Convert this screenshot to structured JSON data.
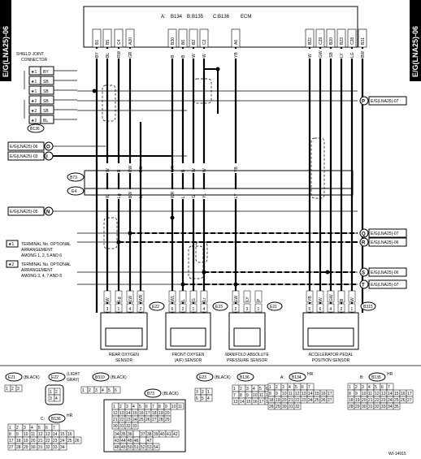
{
  "page_code": "E/G(LNA25)-06",
  "figure_id": "WI-14915",
  "ecm": {
    "connA": "B134",
    "connB": "B135",
    "connC": "B136",
    "label": "ECM",
    "pins": [
      "B1",
      "B5",
      "C4",
      "A20",
      "B30",
      "B6",
      "B2",
      "C2",
      "A6",
      "B22",
      "C29",
      "B20",
      "B23",
      "C28",
      "B31"
    ]
  },
  "shield": {
    "title1": "SHIELD JOINT",
    "title2": "CONNECTOR",
    "rows": [
      {
        "mark": "★1",
        "wire": "BY"
      },
      {
        "mark": "★1",
        "wire": "SB"
      },
      {
        "mark": "★1",
        "wire": "SB"
      },
      {
        "mark": "★2",
        "wire": "SB"
      },
      {
        "mark": "★2",
        "wire": "SB"
      },
      {
        "mark": "★2",
        "wire": "BL"
      }
    ],
    "conn": "B136"
  },
  "wire_colors_top": [
    "BY",
    "BL",
    "RW",
    "GR",
    "B",
    "B",
    "W",
    "W",
    "YB",
    "W",
    "GW",
    "SB",
    "LY",
    "LG",
    "BW"
  ],
  "refs": {
    "P": "E/G(LNA25)-07",
    "O": "E/G(LNA25)-06",
    "I": "E/G(LNA25)-03",
    "N": "E/G(LNA25)-05",
    "Q": "E/G(LNA25)-07",
    "R": "E/G(LNA25)-06",
    "S": "E/G(LNA25)-06",
    "T": "E/G(LNA25)-07"
  },
  "joints": {
    "B73": "B73",
    "E4": "E4"
  },
  "mid_colors": [
    "W",
    "B",
    "RW",
    "RG",
    "WR",
    "B",
    "W",
    "W",
    "YB"
  ],
  "low_colors": [
    "W",
    "Lg",
    "BW",
    "Lr",
    "WR",
    "L",
    "G",
    "YL",
    "LY"
  ],
  "note1": {
    "mark": "★1",
    "text1": "TERMINAL No. OPTIONAL",
    "text2": "ARRANGEMENT",
    "text3": "AMONG 1, 2, 5 AND 6"
  },
  "note2": {
    "mark": "★2",
    "text1": "TERMINAL No. OPTIONAL",
    "text2": "ARRANGEMENT",
    "text3": "AMONG 3, 4, 7 AND 8"
  },
  "sensors": {
    "rear": {
      "conn": "E22",
      "line1": "REAR OXYGEN",
      "line2": "SENSOR",
      "wires": [
        "W",
        "Lg",
        "LW",
        "WR"
      ],
      "pins": [
        "3",
        "1",
        "4",
        "2"
      ]
    },
    "front": {
      "conn": "E23",
      "line1": "FRONT OXYGEN",
      "line2": "(A/F) SENSOR",
      "wires": [
        "WL",
        "L",
        "G",
        "Lr"
      ],
      "pins": [
        "6",
        "2",
        "1",
        "4"
      ]
    },
    "map": {
      "conn": "E21",
      "line1": "MANIFOLD ABSOLUTE",
      "line2": "PRESSURE SENSOR",
      "wires": [
        "LW",
        "LY",
        "P"
      ],
      "pins": [
        "2",
        "3",
        "1"
      ]
    },
    "app": {
      "conn": "B315",
      "line1": "ACCELERATOR PEDAL",
      "line2": "POSITION SENSOR",
      "wires": [
        "YB",
        "W",
        "GW",
        "B",
        "W"
      ],
      "pins": [
        "5",
        "6",
        "4",
        "2",
        "1"
      ]
    }
  },
  "legend": {
    "e21": "E21",
    "e21_color": "(BLACK)",
    "e21_pins": [
      "1",
      "2",
      "3"
    ],
    "e22": "E22",
    "e22_color1": "(LIGHT",
    "e22_color2": "GRAY)",
    "e22_pins": [
      "1",
      "2",
      "3",
      "4"
    ],
    "b310": "B310",
    "b310_color": "(BLACK)",
    "b310_pins": [
      "1",
      "2",
      "3",
      "4",
      "5",
      "6"
    ],
    "e23": "E23",
    "e23_color": "(BLACK)",
    "e23_pins": [
      "3",
      "2",
      "1",
      "6",
      "5",
      "4"
    ],
    "b73": "B73",
    "b73_color": "(BLACK)",
    "b73_rows": [
      [
        "1",
        "2",
        "3",
        "4",
        "5",
        "6",
        "7",
        "8",
        "9",
        "10",
        "11"
      ],
      [
        "12",
        "13",
        "14",
        "15",
        "16",
        "17",
        "18",
        "19",
        "20"
      ],
      [
        "21",
        "22",
        "23",
        "24",
        "25",
        "26",
        "27",
        "28",
        "29"
      ],
      [
        "30",
        "31",
        "32",
        "33"
      ],
      [
        "34",
        "35",
        "36",
        "",
        "37",
        "38",
        "39",
        "40",
        "41",
        "42"
      ],
      [
        "43",
        "44",
        "45",
        "46",
        "",
        "47"
      ],
      [
        "48",
        "49",
        "50",
        "51",
        "52",
        "53",
        "54"
      ]
    ],
    "b136": "B136",
    "b136_rows": [
      [
        "1",
        "2",
        "3",
        "4",
        "5",
        "6"
      ],
      [
        "7",
        "8",
        "9",
        "10",
        "11",
        "12"
      ],
      [
        "13",
        "14",
        "15",
        "16",
        "17",
        "18"
      ]
    ],
    "b134": "B134",
    "b134_hr": "HR",
    "b134_rows": [
      [
        "1",
        "2",
        "3",
        "4",
        "5",
        "6",
        "7"
      ],
      [
        "8",
        "9",
        "10",
        "11",
        "12",
        "13",
        "14",
        "15",
        "16",
        "17"
      ],
      [
        "18",
        "19",
        "20",
        "21",
        "22",
        "23",
        "24",
        "25",
        "26",
        "27"
      ],
      [
        "28",
        "29",
        "30",
        "31",
        "32"
      ]
    ],
    "b135": "B135",
    "b135_hr": "HR",
    "b135_rows": [
      [
        "1",
        "2",
        "3",
        "4",
        "5",
        "6",
        "7"
      ],
      [
        "8",
        "9",
        "10",
        "11",
        "12",
        "13",
        "14",
        "15",
        "16",
        "17"
      ],
      [
        "18",
        "19",
        "20",
        "21",
        "22",
        "23",
        "24",
        "25",
        "26",
        "27"
      ],
      [
        "28",
        "29",
        "30",
        "31",
        "32",
        "33",
        "34",
        "35"
      ]
    ],
    "b136c": "B136",
    "b136c_hr": "HR",
    "b136c_prefix": "C:",
    "b136c_rows": [
      [
        "1",
        "2",
        "3",
        "4",
        "5",
        "6",
        "7"
      ],
      [
        "8",
        "9",
        "10",
        "11",
        "12",
        "13",
        "14",
        "15",
        "16"
      ],
      [
        "17",
        "18",
        "19",
        "20",
        "21",
        "22",
        "23",
        "24",
        "25",
        "26"
      ],
      [
        "27",
        "28",
        "29",
        "30",
        "31",
        "32",
        "33",
        "34"
      ]
    ],
    "a_prefix": "A:",
    "b_prefix": "B:"
  }
}
